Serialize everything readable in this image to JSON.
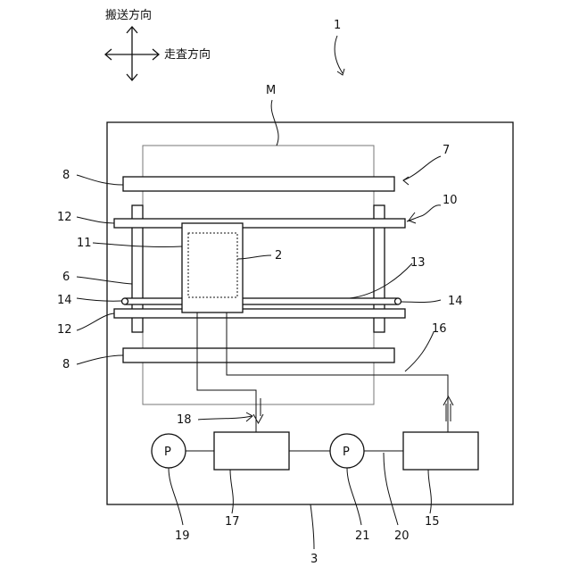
{
  "directions": {
    "conveyance": "搬送方向",
    "scanning": "走査方向"
  },
  "labels": {
    "device": "1",
    "medium": "M",
    "n2": "2",
    "n3": "3",
    "n6": "6",
    "n7": "7",
    "n8_top": "8",
    "n8_bottom": "8",
    "n10": "10",
    "n11": "11",
    "n12_top": "12",
    "n12_bottom": "12",
    "n13": "13",
    "n14_left": "14",
    "n14_right": "14",
    "n15": "15",
    "n16": "16",
    "n17": "17",
    "n18": "18",
    "n19": "19",
    "n20": "20",
    "n21": "21"
  },
  "pump_label": "P"
}
